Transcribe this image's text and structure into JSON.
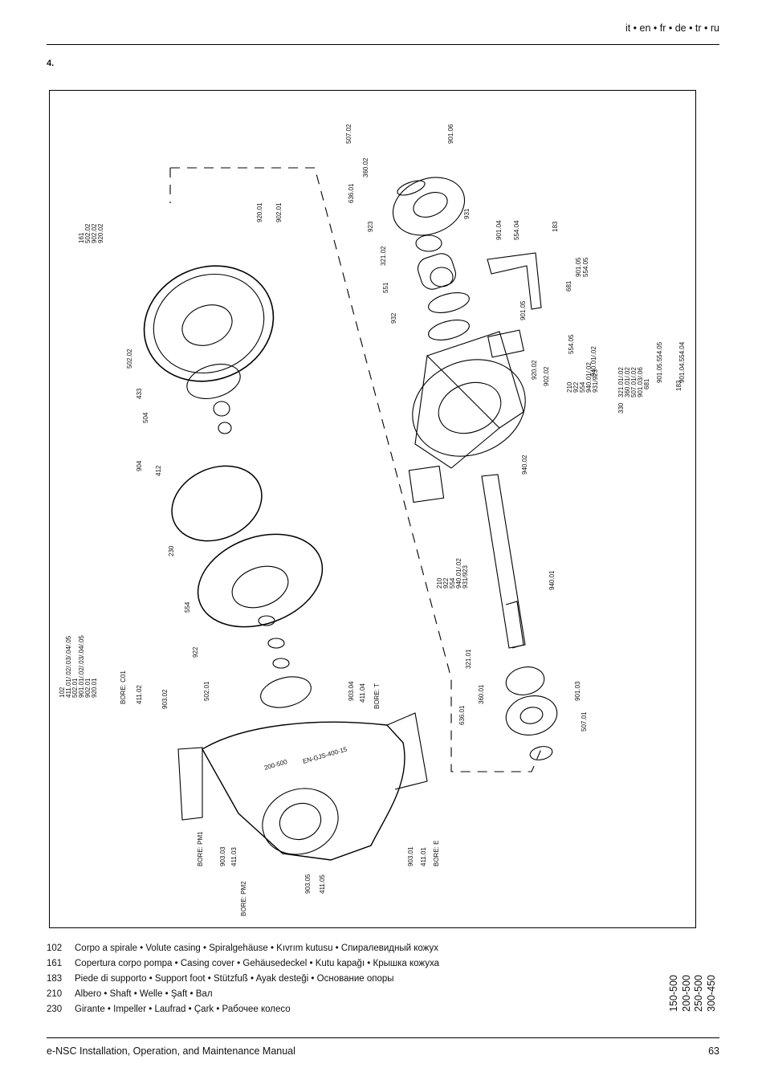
{
  "header": {
    "languages": "it • en • fr • de • tr • ru"
  },
  "figure": {
    "number": "4.",
    "sizes": [
      "150-500",
      "200-500",
      "250-500",
      "300-450"
    ],
    "labels": [
      "507.02",
      "901.06",
      "360.02",
      "636.01",
      "923",
      "931",
      "901.04",
      "554.04",
      "183",
      "321.02",
      "551",
      "932",
      "681",
      "901.05",
      "554.05",
      "901.05",
      "554.05",
      "940.01/.02",
      "920.02",
      "902.02",
      "210",
      "922",
      "554",
      "940.01/.02",
      "931/923",
      "321.01/.02",
      "330",
      "360.01/.02",
      "507.01/.02",
      "901.03/.06",
      "681",
      "901.05.554.05",
      "183",
      "901.04.554.04",
      "940.02",
      "161",
      "502.02",
      "902.02",
      "920.02",
      "920.01",
      "902.01",
      "502.02",
      "433",
      "504",
      "904",
      "412",
      "230",
      "554",
      "922",
      "210",
      "922",
      "554",
      "940.01/.02",
      "931/923",
      "940.01",
      "102",
      "411.01/.02/.03/.04/.05",
      "502.01",
      "901.01/.02/.03/.04/.05",
      "902.01",
      "920.01",
      "BORE: C01",
      "411.02",
      "903.02",
      "502.01",
      "903.04",
      "411.04",
      "BORE: T",
      "321.01",
      "360.01",
      "636.01",
      "901.03",
      "507.01",
      "BORE: PM1",
      "903.03",
      "411.03",
      "BORE: PM2",
      "903.05",
      "411.05",
      "903.01",
      "411.01",
      "BORE: E",
      "200-500",
      "EN-GJS-400-15"
    ]
  },
  "legend": [
    {
      "code": "102",
      "text": "Corpo a spirale • Volute casing • Spiralgehäuse • Kıvrım kutusu • Спиралевидный кожух"
    },
    {
      "code": "161",
      "text": "Copertura corpo pompa • Casing cover • Gehäusedeckel • Kutu kapağı • Крышка кожуха"
    },
    {
      "code": "183",
      "text": "Piede di supporto • Support foot • Stützfuß • Ayak desteği • Основание опоры"
    },
    {
      "code": "210",
      "text": "Albero • Shaft • Welle • Şaft • Вал"
    },
    {
      "code": "230",
      "text": "Girante • Impeller • Laufrad • Çark • Рабочее колесо"
    }
  ],
  "footer": {
    "title": "e-NSC Installation, Operation, and Maintenance Manual",
    "page": "63"
  }
}
